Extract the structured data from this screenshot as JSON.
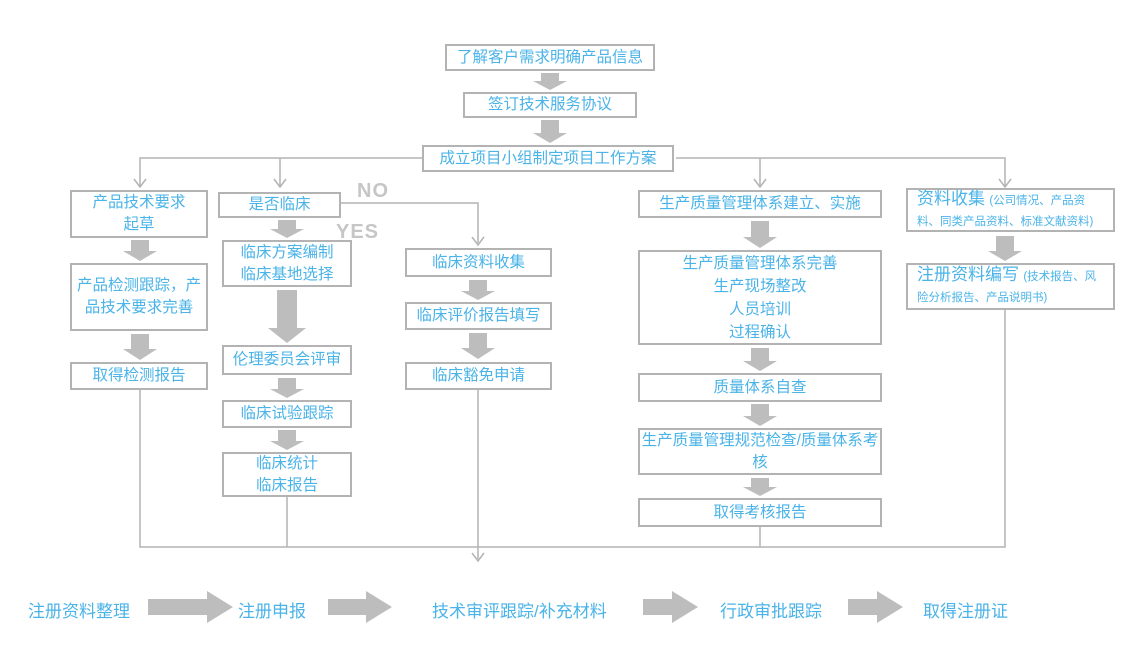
{
  "colors": {
    "text_blue": "#4ab3e8",
    "line_gray": "#b3b3b3",
    "arrow_gray": "#bdbdbd",
    "branch_label_gray": "#c6c6c6"
  },
  "nodes": {
    "understand": "了解客户需求明确产品信息",
    "sign": "签订技术服务协议",
    "team": "成立项目小组制定项目工作方案",
    "tech_req": "产品技术要求\n起草",
    "test_track": "产品检测跟踪，产品技术要求完善",
    "test_report": "取得检测报告",
    "clinical_q": "是否临床",
    "clinical_plan": "临床方案编制\n临床基地选择",
    "ethics": "伦理委员会评审",
    "trial_track": "临床试验跟踪",
    "stats": "临床统计\n临床报告",
    "data_collect": "临床资料收集",
    "eval_report": "临床评价报告填写",
    "exemption": "临床豁免申请",
    "qms_build": "生产质量管理体系建立、实施",
    "qms_improve": "生产质量管理体系完善\n生产现场整改\n人员培训\n过程确认",
    "self_check": "质量体系自查",
    "gmp_check": "生产质量管理规范检查/质量体系考核",
    "assess_report": "取得考核报告",
    "info_title": "资料收集",
    "info_detail": "(公司情况、产品资料、同类产品资料、标准文献资料)",
    "reg_write_title": "注册资料编写",
    "reg_write_detail": "(技术报告、风险分析报告、产品说明书)"
  },
  "branch": {
    "no": "NO",
    "yes": "YES"
  },
  "bottom": [
    "注册资料整理",
    "注册申报",
    "技术审评跟踪/补充材料",
    "行政审批跟踪",
    "取得注册证"
  ]
}
